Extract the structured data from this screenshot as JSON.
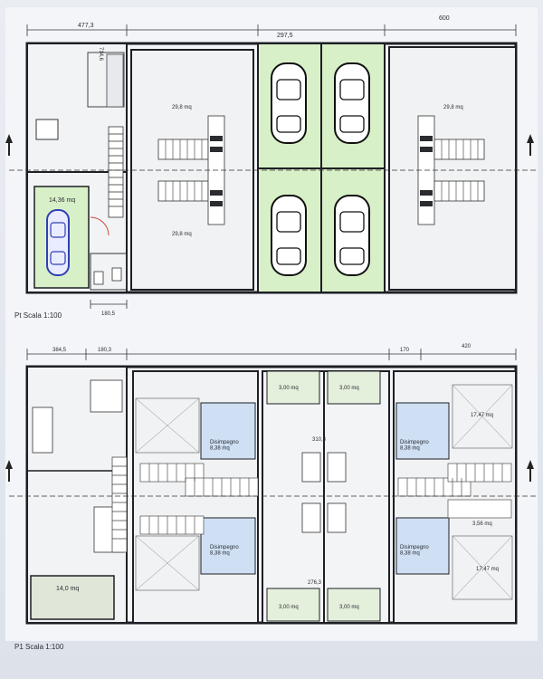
{
  "plans": {
    "ground": {
      "scale_label": "Pt  Scala 1:100",
      "dims": {
        "top_left": "477,3",
        "top_right": "600",
        "top_mid": "297,5",
        "bottom": "180,5",
        "left_wall": "714,6"
      },
      "rooms": {
        "garage": "14,36 mq",
        "left_big_top": "29,8 mq",
        "left_big_bottom": "29,8 mq",
        "right_big_top": "29,8 mq"
      }
    },
    "first": {
      "scale_label": "P1  Scala 1:100",
      "dims": {
        "top_left": "384,5",
        "top_mid": "180,3",
        "top_r1": "170",
        "top_r2": "420",
        "mid": "310,3",
        "bottom": "276,3"
      },
      "rooms": {
        "a": "3,00 mq",
        "b": "3,00 mq",
        "c": "3,00 mq",
        "d": "3,00 mq",
        "disimp_tl": "Disimpegno\n8,38 mq",
        "disimp_tr": "Disimpegno\n8,38 mq",
        "disimp_bl": "Disimpegno\n8,38 mq",
        "disimp_br": "Disimpegno\n8,38 mq",
        "bottom_left_room": "14,0 mq",
        "r1": "17,47 mq",
        "r2": "17,47 mq",
        "r3": "3,56 mq"
      }
    }
  },
  "colors": {
    "paper": "#f4f5f8",
    "wall": "#1d1f24",
    "garage_fill": "#d8f0c8",
    "room_fill": "#cfe0f4",
    "dim_line": "#333840",
    "accent_red": "#d24a3a"
  },
  "icons": [
    "car-icon",
    "section-arrow-icon"
  ]
}
